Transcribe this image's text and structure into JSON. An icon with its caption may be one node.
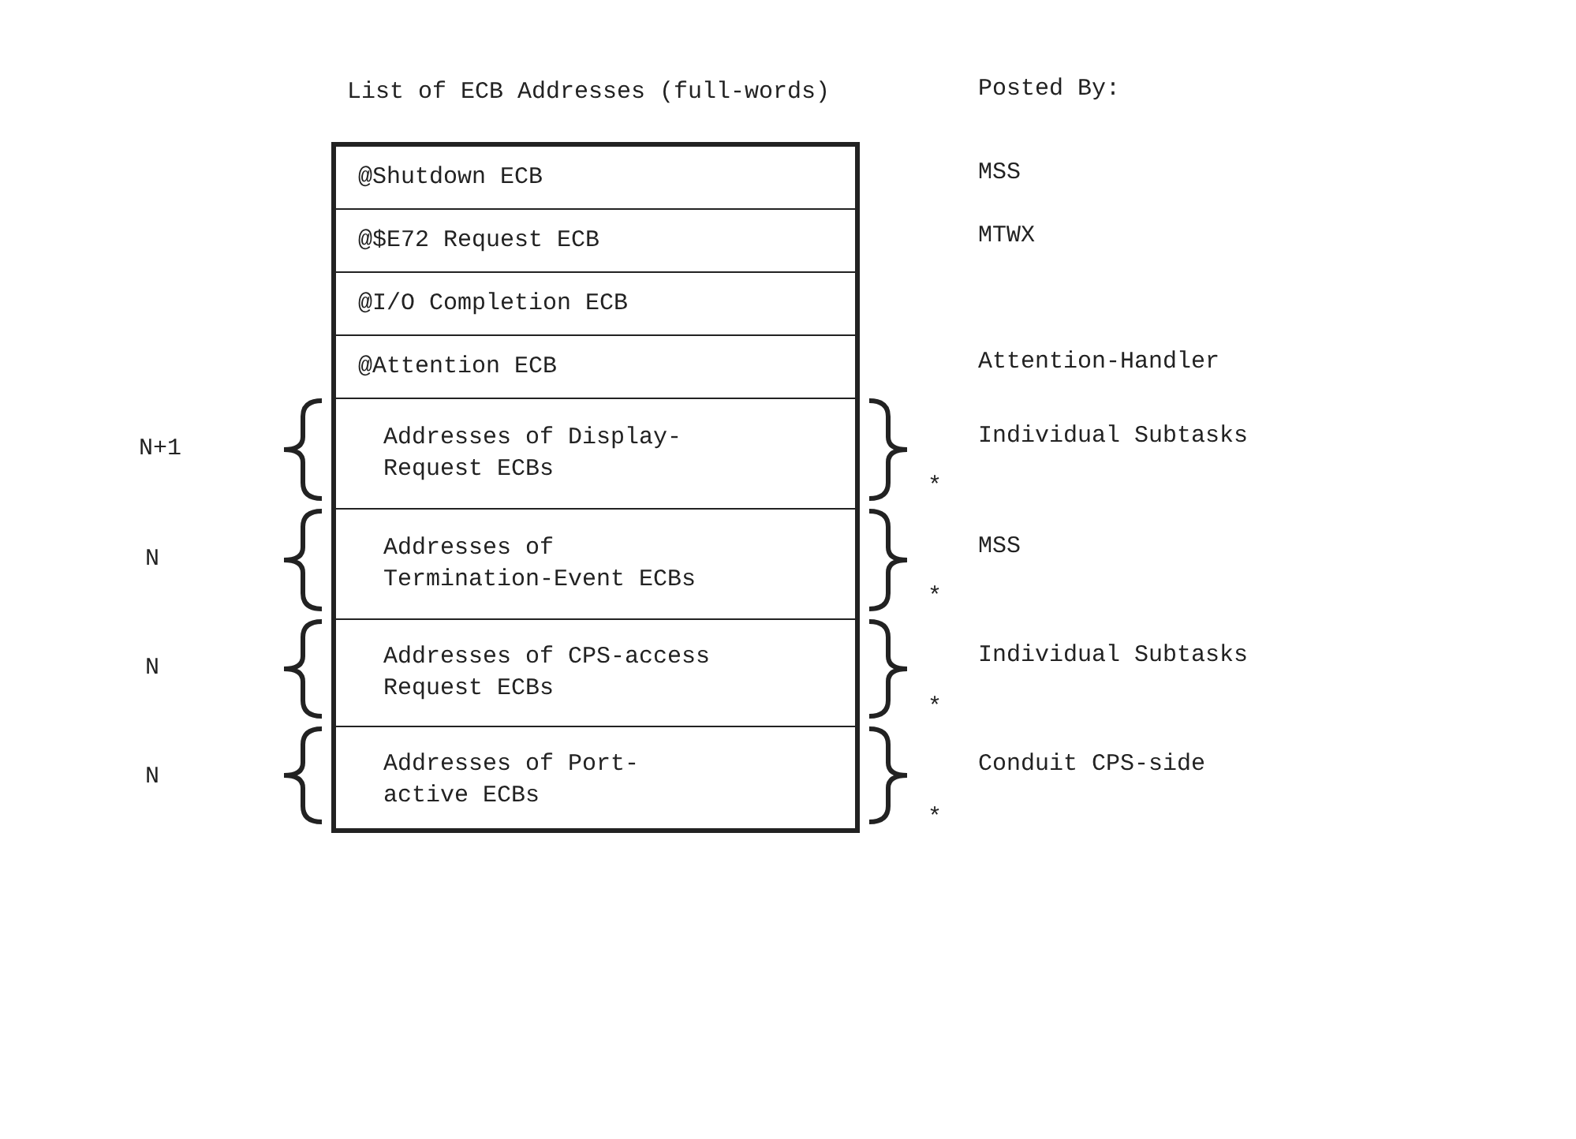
{
  "diagram": {
    "nodes": [
      {
        "text": [
          "@Shutdown ECB"
        ]
      },
      {
        "text": [
          "@$E72 Request ECB"
        ]
      },
      {
        "text": [
          "@I/O Completion ECB"
        ]
      },
      {
        "text": [
          "@Attention ECB"
        ]
      },
      {
        "text": [
          "Addresses of Display-Request ECBs"
        ]
      },
      {
        "text": [
          "Addresses of Termination-Event ECBs"
        ]
      },
      {
        "text": [
          "Addresses of CPS-access Request ECBs"
        ]
      },
      {
        "text": [
          "Addresses of Port-active ECBs"
        ]
      }
    ],
    "labels": [
      "List of ECB Addresses (full-words)",
      "Posted By:",
      "MSS",
      "MTWX",
      "Attention-Handler",
      "N+1",
      "Individual Subtasks",
      "*",
      "N",
      "MSS",
      "*",
      "N",
      "Individual Subtasks",
      "*",
      "N",
      "Conduit CPS-side",
      "*"
    ]
  }
}
